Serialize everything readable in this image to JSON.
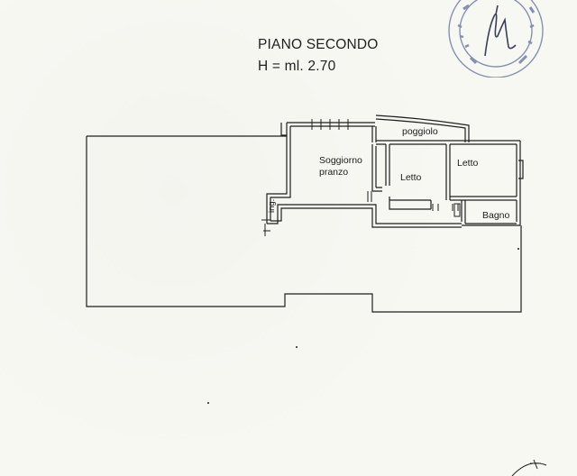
{
  "drawing": {
    "title": "PIANO SECONDO",
    "height_note": "H = ml. 2.70"
  },
  "rooms": {
    "soggiorno_line1": "Soggiorno",
    "soggiorno_line2": "pranzo",
    "poggiolo": "poggiolo",
    "letto_1": "Letto",
    "letto_2": "Letto",
    "bagno": "Bagno",
    "ingresso": "ing."
  },
  "colors": {
    "ink": "#1b1b1b",
    "paper": "#f8f8f3",
    "stamp": "#5b6f9e"
  }
}
